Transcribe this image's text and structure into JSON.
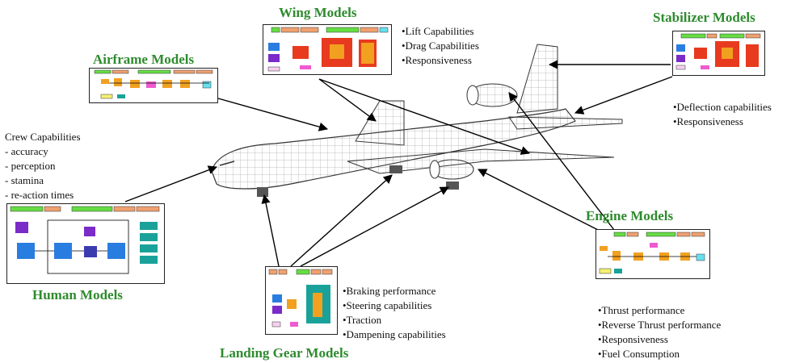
{
  "wing": {
    "title": "Wing Models",
    "bullets": [
      "•Lift Capabilities",
      "•Drag Capabilities",
      "•Responsiveness"
    ]
  },
  "stabilizer": {
    "title": "Stabilizer Models",
    "bullets": [
      "•Deflection capabilities",
      "•Responsiveness"
    ]
  },
  "airframe": {
    "title": "Airframe Models"
  },
  "crew": {
    "heading": "Crew Capabilities",
    "items": [
      "- accuracy",
      "- perception",
      "- stamina",
      "- re-action times"
    ]
  },
  "human": {
    "title": "Human Models"
  },
  "landing": {
    "title": "Landing Gear Models",
    "bullets": [
      "•Braking performance",
      "•Steering capabilities",
      "•Traction",
      "•Dampening capabilities"
    ]
  },
  "engine": {
    "title": "Engine Models",
    "bullets": [
      "•Thrust performance",
      "•Reverse Thrust performance",
      "•Responsiveness",
      "•Fuel Consumption"
    ]
  },
  "colors": {
    "title_green": "#2e8b2e",
    "bar_green": "#66dd44",
    "bar_salmon": "#f0a070",
    "block_red": "#e83a1e",
    "block_orange": "#f2a020",
    "block_blue": "#2a7de0",
    "block_purple": "#7a2bc8",
    "block_teal": "#1aa29a",
    "block_pink": "#f05ad0"
  }
}
